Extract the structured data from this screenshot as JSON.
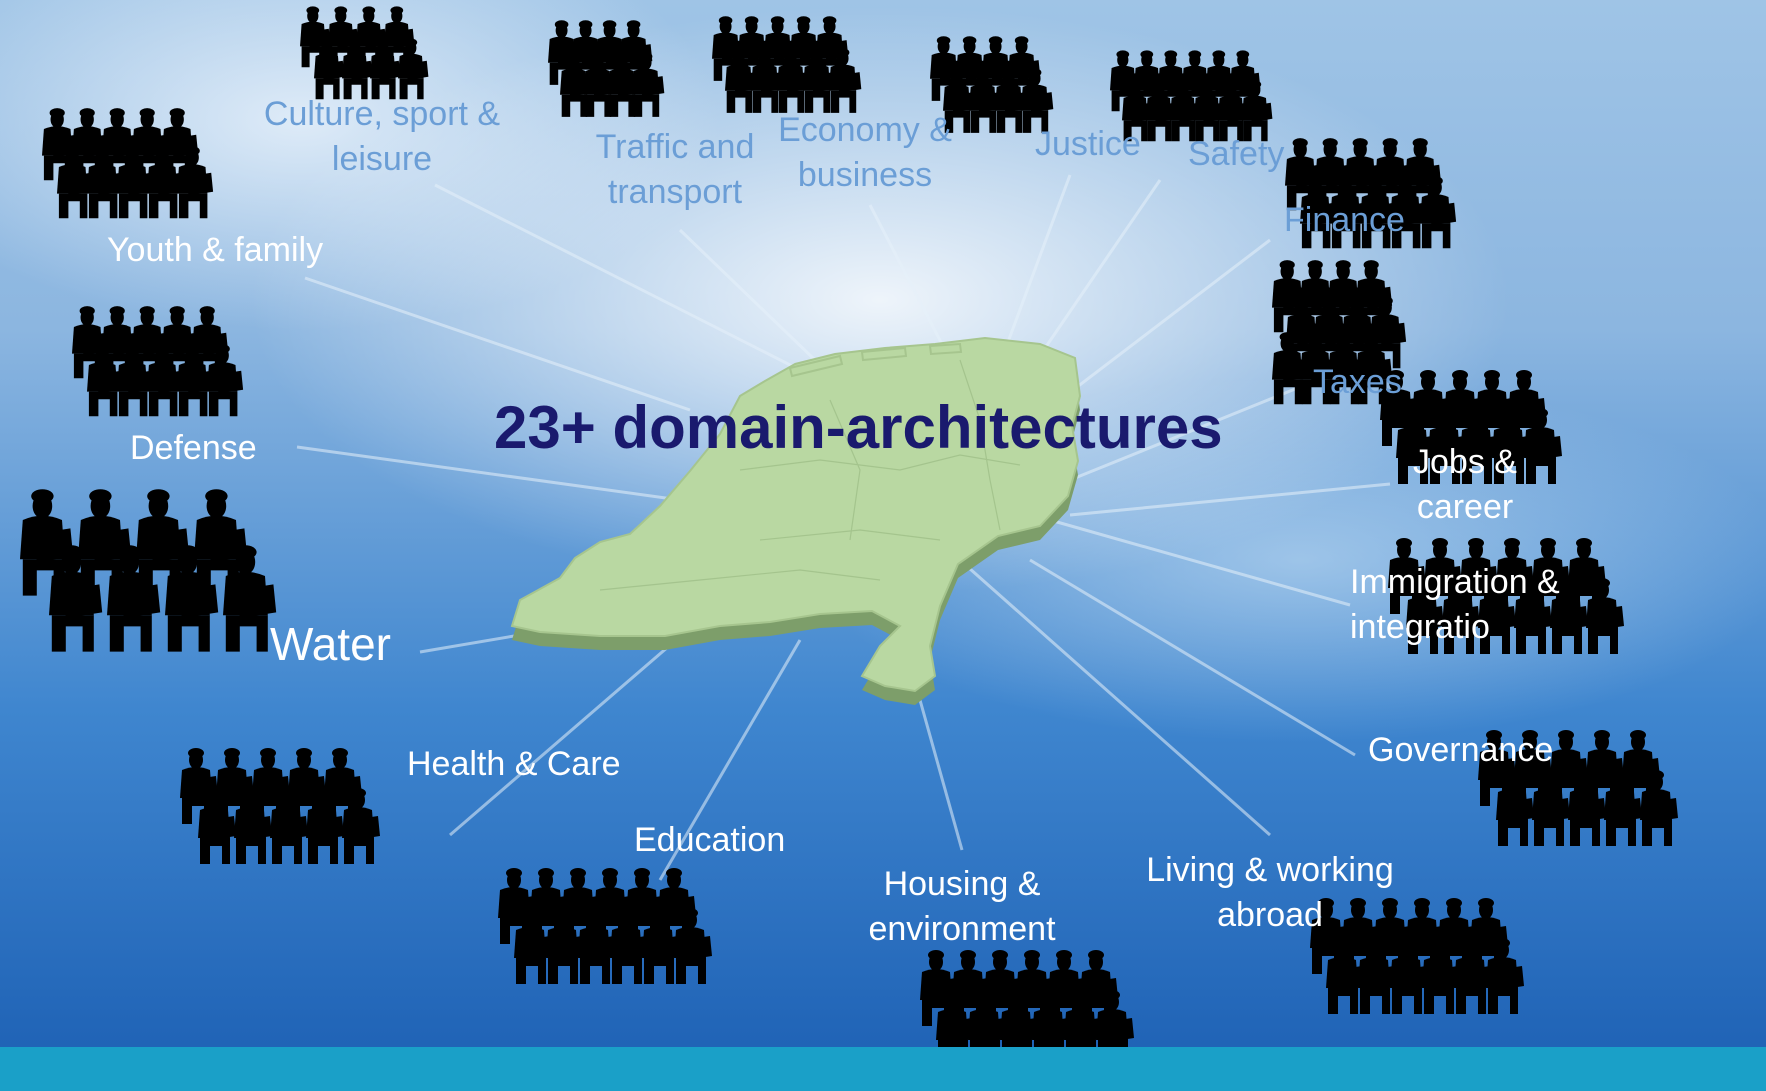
{
  "title": "23+ domain-architectures",
  "domains": {
    "culture": "Culture, sport & leisure",
    "traffic": "Traffic and transport",
    "economy": "Economy & business",
    "justice": "Justice",
    "safety": "Safety",
    "youth": "Youth & family",
    "finance": "Finance",
    "defense": "Defense",
    "taxes": "Taxes",
    "jobs": "Jobs & career",
    "immigration": "Immigration & integratio",
    "water": "Water",
    "health": "Health & Care",
    "governance": "Governance",
    "education": "Education",
    "housing": "Housing & environment",
    "abroad": "Living & working abroad"
  },
  "icons": {
    "person": "person-with-laptop-icon",
    "map": "netherlands-map"
  },
  "colors": {
    "title": "#1a1a6e",
    "label_light": "#ffffff",
    "label_blue": "#6b9ed6",
    "map": "#b9d8a2",
    "bottom_bar": "#1aa0c8"
  }
}
